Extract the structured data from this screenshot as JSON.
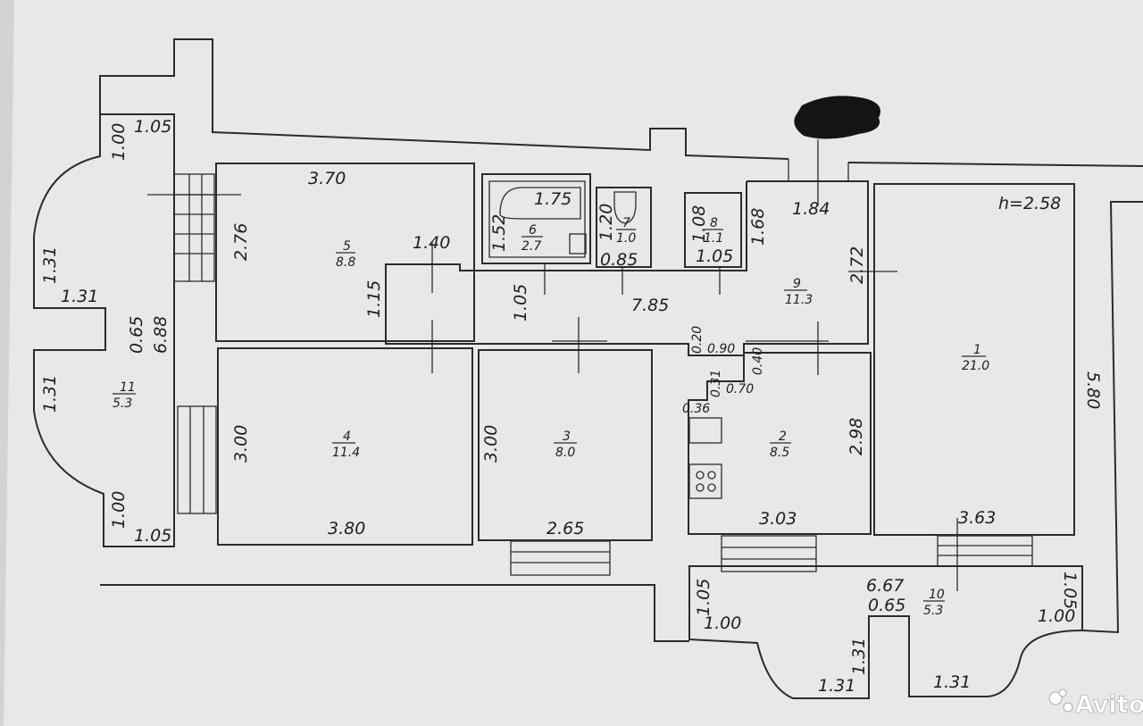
{
  "colors": {
    "paper": "#e8e8e6",
    "ink": "#2b2b2b",
    "redaction": "#141414",
    "watermark": "#ffffff"
  },
  "plan": {
    "height_note": "h=2.58",
    "rooms": [
      {
        "number": "1",
        "area": "21.0"
      },
      {
        "number": "2",
        "area": "8.5"
      },
      {
        "number": "3",
        "area": "8.0"
      },
      {
        "number": "4",
        "area": "11.4"
      },
      {
        "number": "5",
        "area": "8.8"
      },
      {
        "number": "6",
        "area": "2.7"
      },
      {
        "number": "7",
        "area": "1.0"
      },
      {
        "number": "8",
        "area": "1.1"
      },
      {
        "number": "9",
        "area": "11.3"
      },
      {
        "number": "10",
        "area": "5.3"
      },
      {
        "number": "11",
        "area": "5.3"
      }
    ],
    "dims": {
      "r5_top": "3.70",
      "r5_left": "2.76",
      "r5_inner": "1.40",
      "r5_right": "1.15",
      "r6_top": "1.75",
      "r6_left": "1.52",
      "r7_left": "1.20",
      "r7_bottom": "0.85",
      "r8_left": "1.08",
      "r8_bottom": "1.05",
      "r9_top": "1.84",
      "r9_left": "1.68",
      "r9_right": "2.72",
      "r9_len": "7.85",
      "r9_mid": "1.05",
      "step_a": "0.20",
      "step_b": "0.90",
      "step_c": "0.40",
      "step_d": "0.31",
      "step_e": "0.70",
      "step_f": "0.36",
      "r1_right": "5.80",
      "r1_bottom": "3.63",
      "r2_right": "2.98",
      "r2_bottom": "3.03",
      "r3_left": "3.00",
      "r3_bottom": "2.65",
      "r4_left": "3.00",
      "r4_bottom": "3.80",
      "b11_top": "1.05",
      "b11_a": "1.00",
      "b11_b": "1.31",
      "b11_c": "1.31",
      "b11_d": "0.65",
      "b11_e": "6.88",
      "b11_f": "1.31",
      "b11_g": "1.00",
      "b11_h": "1.05",
      "b10_a": "1.05",
      "b10_b": "6.67",
      "b10_c": "0.65",
      "b10_d": "1.05",
      "b10_e": "1.00",
      "b10_f": "1.00",
      "b10_g": "1.31",
      "b10_h": "1.31",
      "b10_i": "1.31"
    }
  },
  "watermark": {
    "text": "Avito"
  }
}
